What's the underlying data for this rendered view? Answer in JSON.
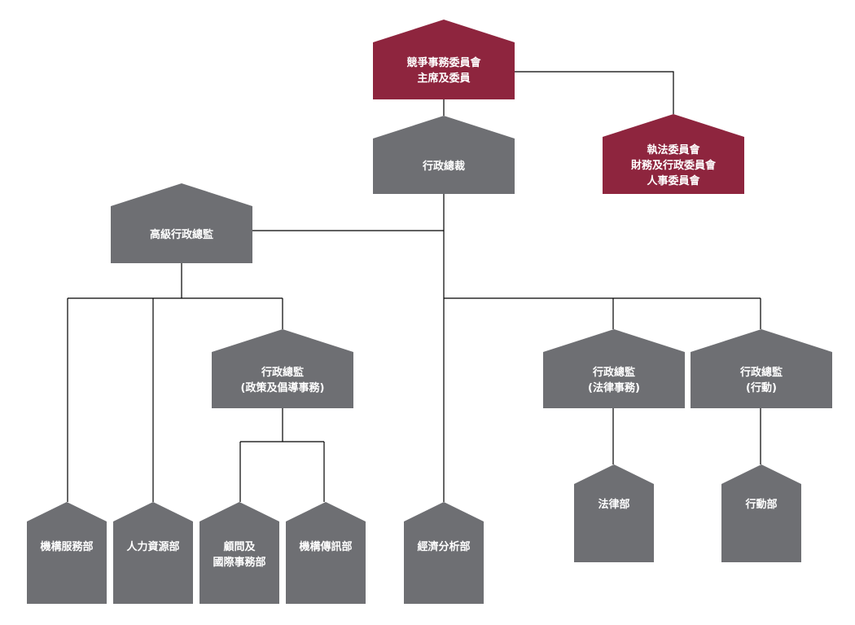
{
  "colors": {
    "board": "#8e253e",
    "staff": "#6e6f73",
    "line": "#000000"
  },
  "nodes": {
    "chair": [
      "競爭事務委員會",
      "主席及委員"
    ],
    "committees": [
      "執法委員會",
      "財務及行政委員會",
      "人事委員會"
    ],
    "ceo": [
      "行政總裁"
    ],
    "senior_ed": [
      "高級行政總監"
    ],
    "ed_policy": [
      "行政總監",
      "(政策及倡導事務)"
    ],
    "ed_legal": [
      "行政總監",
      "(法律事務)"
    ],
    "ed_ops": [
      "行政總監",
      "(行動)"
    ],
    "corporate_services": [
      "機構服務部"
    ],
    "human_resources": [
      "人力資源部"
    ],
    "advisory_international": [
      "顧問及",
      "國際事務部"
    ],
    "corporate_communications": [
      "機構傳訊部"
    ],
    "economic_analysis": [
      "經濟分析部"
    ],
    "legal_division": [
      "法律部"
    ],
    "operations_division": [
      "行動部"
    ]
  }
}
